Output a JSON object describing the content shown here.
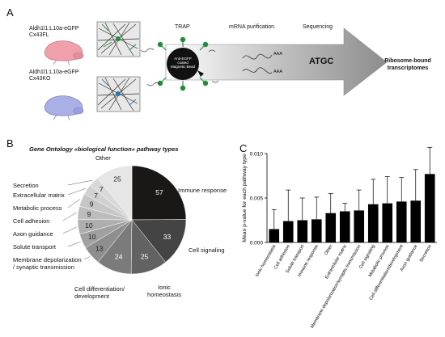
{
  "panels": {
    "a": "A",
    "b": "B",
    "c": "C"
  },
  "panel_a": {
    "mouse1_line1": "Aldh1l1:L10a-eGFP",
    "mouse1_line2": "Cx43FL",
    "mouse2_line1": "Aldh1l1:L10a-eGFP",
    "mouse2_line2": "Cx43KO",
    "step_trap": "TRAP",
    "step_purification": "mRNA purification",
    "step_sequencing": "Sequencing",
    "bead_label_1": "Anti-EGFP",
    "bead_label_2": "coated",
    "bead_label_3": "Magnetic Bead",
    "seq_text": "ATGC",
    "aaa": "AAA",
    "output_line1": "Ribosome-bound",
    "output_line2": "transcriptomes",
    "colors": {
      "mouse_fl": "#f0a0ab",
      "mouse_ko": "#aab0e6",
      "arrow": "#999999"
    }
  },
  "chart_data": [
    {
      "type": "pie",
      "title": "Gene Ontology «biological function» pathway types",
      "slices": [
        {
          "label": "Immune response",
          "value": 57,
          "color": "#1a1717"
        },
        {
          "label": "Cell signaling",
          "value": 33,
          "color": "#444444"
        },
        {
          "label": "Ionic homeostasis",
          "value": 25,
          "color": "#626262"
        },
        {
          "label": "Cell differentiation/ development",
          "value": 24,
          "color": "#7b7b7b"
        },
        {
          "label": "Membrane depolarization / synaptic transmission",
          "value": 13,
          "color": "#8e8e8e"
        },
        {
          "label": "Solute transport",
          "value": 10,
          "color": "#a0a0a0"
        },
        {
          "label": "Axon guidance",
          "value": 10,
          "color": "#aeaeae"
        },
        {
          "label": "Cell adhesion",
          "value": 9,
          "color": "#bcbcbc"
        },
        {
          "label": "Metabolic process",
          "value": 9,
          "color": "#c6c6c6"
        },
        {
          "label": "Extracellular matrix",
          "value": 7,
          "color": "#d0d0d0"
        },
        {
          "label": "Secretion",
          "value": 7,
          "color": "#d9d9d9"
        },
        {
          "label": "Other",
          "value": 25,
          "color": "#e6e6e6"
        }
      ]
    },
    {
      "type": "bar",
      "ylabel": "Mean p-value for each pathway type",
      "ylim": [
        0,
        0.01
      ],
      "yticks": [
        "0.000",
        "0.005",
        "0.010"
      ],
      "categories": [
        "Ionic homeostasis",
        "Cell adhesion",
        "Solute transport",
        "Immune response",
        "Other",
        "Extracellular matrix",
        "Membrane depolarization/synaptic transmission",
        "Cell signaling",
        "Metabolic process",
        "Cell differentiation/development",
        "Axon guidance",
        "Secretion"
      ],
      "values": [
        0.0015,
        0.0024,
        0.0025,
        0.0026,
        0.0033,
        0.0035,
        0.0036,
        0.0043,
        0.0044,
        0.0046,
        0.0047,
        0.0077
      ],
      "errors": [
        0.0022,
        0.0035,
        0.0025,
        0.0025,
        0.0022,
        0.0009,
        0.0023,
        0.0028,
        0.003,
        0.0027,
        0.0035,
        0.003
      ],
      "bar_color": "#000000"
    }
  ]
}
